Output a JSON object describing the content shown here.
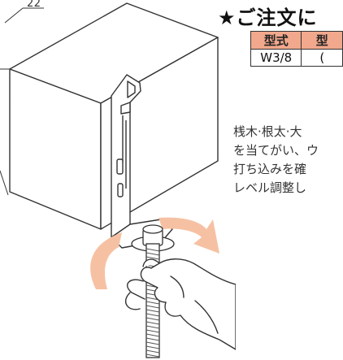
{
  "dimension_label": "22",
  "heading": "★ご注文に",
  "spec_table": {
    "headers": [
      "型式",
      "型"
    ],
    "rows": [
      [
        "W3/8",
        "("
      ]
    ]
  },
  "description_lines": [
    "桟木·根太·大",
    "を当てがい、ウ",
    "打ち込みを確",
    "レベル調整し"
  ],
  "colors": {
    "table_header_bg": "#f1a88c",
    "rotation_arrow": "#f6c1a3",
    "line_art": "#333333"
  }
}
